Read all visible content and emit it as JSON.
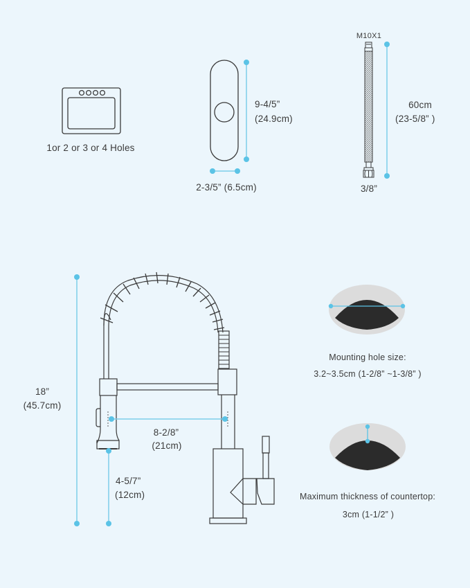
{
  "colors": {
    "background": "#ecf6fc",
    "line": "#3a3a3a",
    "accent": "#5bc3e6",
    "accent_line": "#7ccde9",
    "grommet_light": "#dcdcdc",
    "grommet_dark": "#2b2b2b"
  },
  "sink": {
    "caption": "1or 2 or 3 or 4 Holes",
    "hole_count_icons": 4
  },
  "deck_plate": {
    "height_label": "9-4/5”",
    "height_label_metric": "(24.9cm)",
    "width_label": "2-3/5”  (6.5cm)"
  },
  "hose": {
    "top_thread": "M10X1",
    "length_label": "60cm",
    "length_label_imperial": "(23-5/8” )",
    "bottom_thread": "3/8”"
  },
  "faucet": {
    "total_height": "18”",
    "total_height_metric": "(45.7cm)",
    "reach": "8-2/8”",
    "reach_metric": "(21cm)",
    "spout_clearance": "4-5/7”",
    "spout_clearance_metric": "(12cm)"
  },
  "mounting_hole": {
    "title": "Mounting hole size:",
    "value": "3.2~3.5cm (1-2/8” ~1-3/8” )"
  },
  "countertop": {
    "title": "Maximum thickness of countertop:",
    "value": "3cm (1-1/2” )"
  }
}
